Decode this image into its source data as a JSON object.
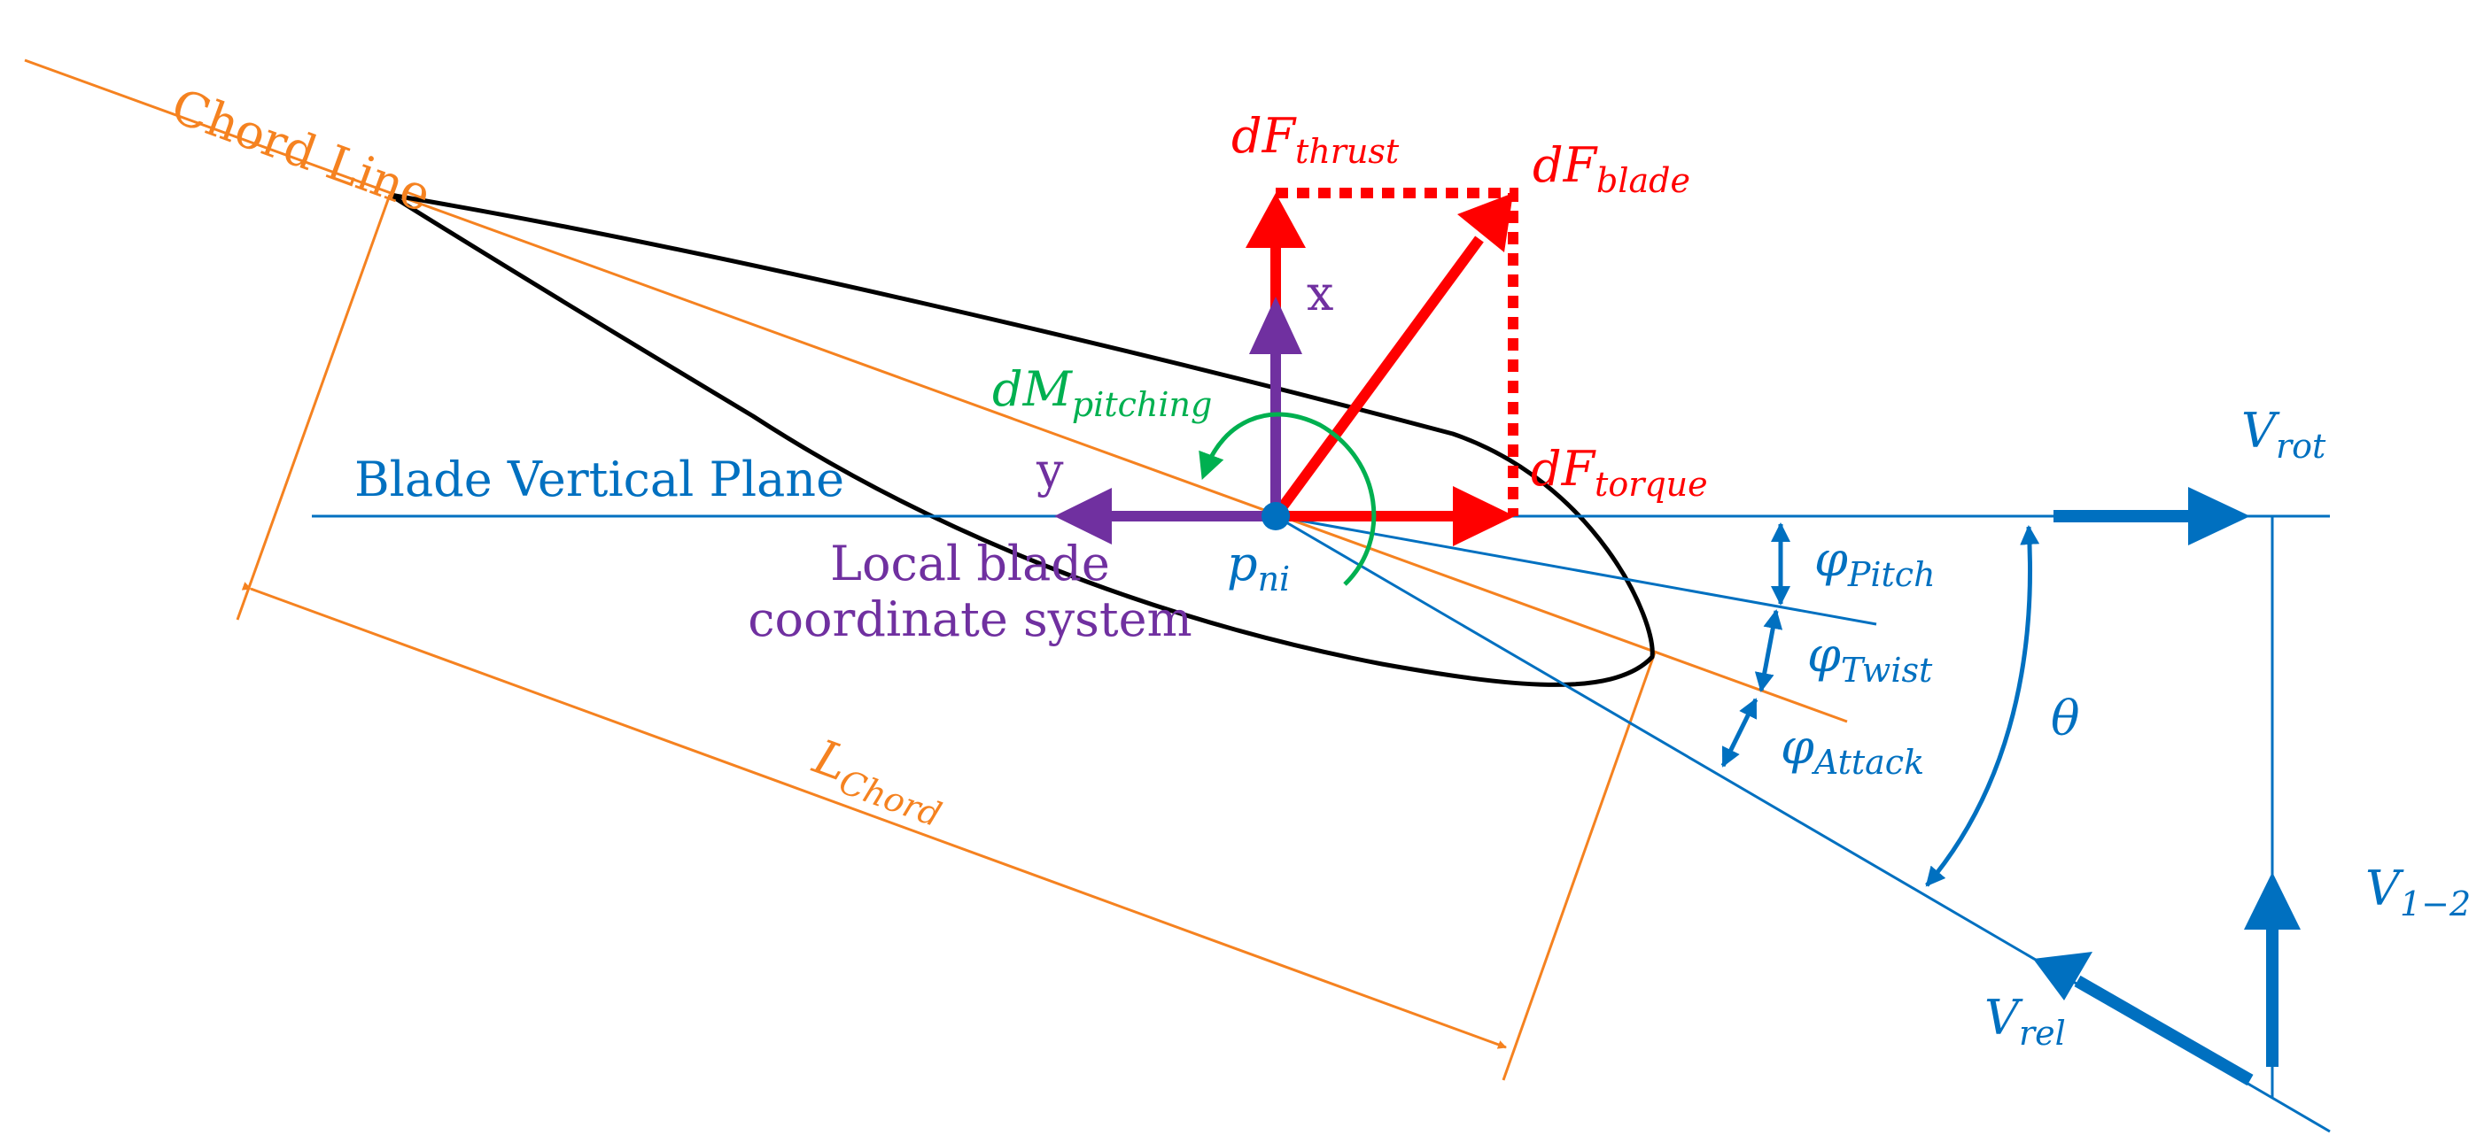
{
  "labels": {
    "chord_line": "Chord Line",
    "blade_vertical_plane": "Blade Vertical Plane",
    "local_system_line1": "Local blade",
    "local_system_line2": "coordinate system",
    "axis_x": "x",
    "axis_y": "y",
    "point_main": "p",
    "point_sub": "ni",
    "chord_length_main": "L",
    "chord_length_sub": "Chord",
    "thrust_main": "dF",
    "thrust_sub": "thrust",
    "blade_force_main": "dF",
    "blade_force_sub": "blade",
    "torque_main": "dF",
    "torque_sub": "torque",
    "pitching_main": "dM",
    "pitching_sub": "pitching",
    "phi_pitch_main": "φ",
    "phi_pitch_sub": "Pitch",
    "phi_twist_main": "φ",
    "phi_twist_sub": "Twist",
    "phi_attack_main": "φ",
    "phi_attack_sub": "Attack",
    "theta": "θ",
    "v_rot_main": "V",
    "v_rot_sub": "rot",
    "v_12_main": "V",
    "v_12_sub": "1−2",
    "v_rel_main": "V",
    "v_rel_sub": "rel"
  },
  "colors": {
    "chord": "#f58220",
    "plane": "#0070c0",
    "force": "#ff0000",
    "local_axes": "#7030a0",
    "moment": "#00b050",
    "airfoil": "#000000"
  }
}
